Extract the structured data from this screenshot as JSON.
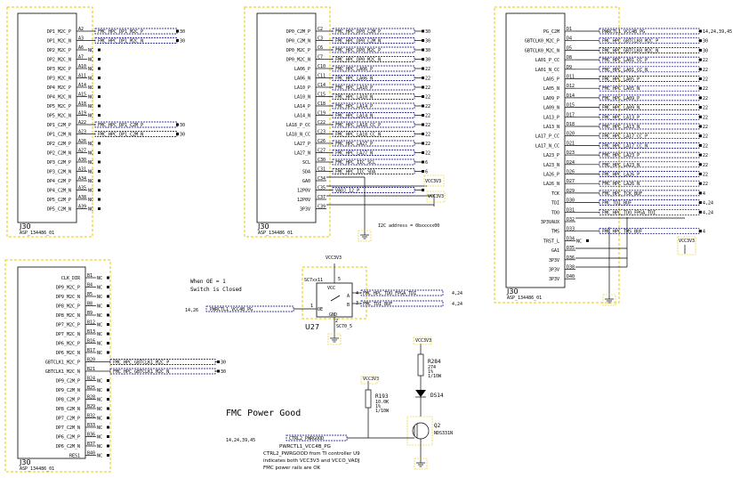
{
  "connectors": [
    {
      "ref": "J30",
      "part": "ASP_134486_01",
      "pins": [
        {
          "name": "DP1_M2C_P",
          "num": "A2",
          "net": "FMC_HPC_DP1_M2C_P",
          "ref": "30"
        },
        {
          "name": "DP1_M2C_N",
          "num": "A3",
          "net": "FMC_HPC_DP1_M2C_N",
          "ref": "30"
        },
        {
          "name": "DP2_M2C_P",
          "num": "A6",
          "net": "NC",
          "ref": ""
        },
        {
          "name": "DP2_M2C_N",
          "num": "A7",
          "net": "NC",
          "ref": ""
        },
        {
          "name": "DP3_M2C_P",
          "num": "A10",
          "net": "NC",
          "ref": ""
        },
        {
          "name": "DP3_M2C_N",
          "num": "A11",
          "net": "NC",
          "ref": ""
        },
        {
          "name": "DP4_M2C_P",
          "num": "A14",
          "net": "NC",
          "ref": ""
        },
        {
          "name": "DP4_M2C_N",
          "num": "A15",
          "net": "NC",
          "ref": ""
        },
        {
          "name": "DP5_M2C_P",
          "num": "A18",
          "net": "NC",
          "ref": ""
        },
        {
          "name": "DP5_M2C_N",
          "num": "A19",
          "net": "NC",
          "ref": ""
        },
        {
          "name": "DP1_C2M_P",
          "num": "A22",
          "net": "FMC_HPC_DP1_C2M_P",
          "ref": "30"
        },
        {
          "name": "DP1_C2M_N",
          "num": "A23",
          "net": "FMC_HPC_DP1_C2M_N",
          "ref": "30"
        },
        {
          "name": "DP2_C2M_P",
          "num": "A26",
          "net": "NC",
          "ref": ""
        },
        {
          "name": "DP2_C2M_N",
          "num": "A27",
          "net": "NC",
          "ref": ""
        },
        {
          "name": "DP3_C2M_P",
          "num": "A30",
          "net": "NC",
          "ref": ""
        },
        {
          "name": "DP3_C2M_N",
          "num": "A31",
          "net": "NC",
          "ref": ""
        },
        {
          "name": "DP4_C2M_P",
          "num": "A34",
          "net": "NC",
          "ref": ""
        },
        {
          "name": "DP4_C2M_N",
          "num": "A35",
          "net": "NC",
          "ref": ""
        },
        {
          "name": "DP5_C2M_P",
          "num": "A38",
          "net": "NC",
          "ref": ""
        },
        {
          "name": "DP5_C2M_N",
          "num": "A39",
          "net": "NC",
          "ref": ""
        }
      ]
    },
    {
      "ref": "J30",
      "part": "ASP_134486_01",
      "pins": [
        {
          "name": "DP0_C2M_P",
          "num": "C2",
          "net": "FMC_HPC_DP0_C2M_P",
          "ref": "30"
        },
        {
          "name": "DP0_C2M_N",
          "num": "C3",
          "net": "FMC_HPC_DP0_C2M_N",
          "ref": "30"
        },
        {
          "name": "DP0_M2C_P",
          "num": "C6",
          "net": "FMC_HPC_DP0_M2C_P",
          "ref": "30"
        },
        {
          "name": "DP0_M2C_N",
          "num": "C7",
          "net": "FMC_HPC_DP0_M2C_N",
          "ref": "30"
        },
        {
          "name": "LA06_P",
          "num": "C10",
          "net": "FMC_HPC_LA06_P",
          "ref": "22"
        },
        {
          "name": "LA06_N",
          "num": "C11",
          "net": "FMC_HPC_LA06_N",
          "ref": "22"
        },
        {
          "name": "LA10_P",
          "num": "C14",
          "net": "FMC_HPC_LA10_P",
          "ref": "22"
        },
        {
          "name": "LA10_N",
          "num": "C15",
          "net": "FMC_HPC_LA10_N",
          "ref": "22"
        },
        {
          "name": "LA14_P",
          "num": "C18",
          "net": "FMC_HPC_LA14_P",
          "ref": "22"
        },
        {
          "name": "LA14_N",
          "num": "C19",
          "net": "FMC_HPC_LA14_N",
          "ref": "22"
        },
        {
          "name": "LA18_P_CC",
          "num": "C22",
          "net": "FMC_HPC_LA18_CC_P",
          "ref": "22"
        },
        {
          "name": "LA18_N_CC",
          "num": "C23",
          "net": "FMC_HPC_LA18_CC_N",
          "ref": "22"
        },
        {
          "name": "LA27_P",
          "num": "C26",
          "net": "FMC_HPC_LA27_P",
          "ref": "22"
        },
        {
          "name": "LA27_N",
          "num": "C27",
          "net": "FMC_HPC_LA27_N",
          "ref": "22"
        },
        {
          "name": "SCL",
          "num": "C30",
          "net": "FMC_HPC_IIC_SCL",
          "ref": "6"
        },
        {
          "name": "SDA",
          "num": "C31",
          "net": "FMC_HPC_IIC_SDA",
          "ref": "6"
        },
        {
          "name": "GA0",
          "num": "C34",
          "net": "",
          "ref": ""
        },
        {
          "name": "12P0V",
          "num": "C35",
          "net": "VADJ_12_P",
          "ref": ""
        },
        {
          "name": "12P0V",
          "num": "C37",
          "net": "",
          "ref": ""
        },
        {
          "name": "3P3V",
          "num": "C39",
          "net": "",
          "ref": ""
        }
      ],
      "power_label": "VCC3V3",
      "address_note": "I2C address = 0bxxxxx00"
    },
    {
      "ref": "J30",
      "part": "ASP_134486_01",
      "pins": [
        {
          "name": "PG_C2M",
          "num": "D1",
          "net": "PWRCTL1_VCC4B_PG",
          "ref": "14,24,39,45"
        },
        {
          "name": "GBTCLK0_M2C_P",
          "num": "D4",
          "net": "FMC_HPC_GBTCLK0_M2C_P",
          "ref": "30"
        },
        {
          "name": "GBTCLK0_M2C_N",
          "num": "D5",
          "net": "FMC_HPC_GBTCLK0_M2C_N",
          "ref": "30"
        },
        {
          "name": "LA01_P_CC",
          "num": "D8",
          "net": "FMC_HPC_LA01_CC_P",
          "ref": "22"
        },
        {
          "name": "LA01_N_CC",
          "num": "D9",
          "net": "FMC_HPC_LA01_CC_N",
          "ref": "22"
        },
        {
          "name": "LA05_P",
          "num": "D11",
          "net": "FMC_HPC_LA05_P",
          "ref": "22"
        },
        {
          "name": "LA05_N",
          "num": "D12",
          "net": "FMC_HPC_LA05_N",
          "ref": "22"
        },
        {
          "name": "LA09_P",
          "num": "D14",
          "net": "FMC_HPC_LA09_P",
          "ref": "22"
        },
        {
          "name": "LA09_N",
          "num": "D15",
          "net": "FMC_HPC_LA09_N",
          "ref": "22"
        },
        {
          "name": "LA13_P",
          "num": "D17",
          "net": "FMC_HPC_LA13_P",
          "ref": "22"
        },
        {
          "name": "LA13_N",
          "num": "D18",
          "net": "FMC_HPC_LA13_N",
          "ref": "22"
        },
        {
          "name": "LA17_P_CC",
          "num": "D20",
          "net": "FMC_HPC_LA17_CC_P",
          "ref": "22"
        },
        {
          "name": "LA17_N_CC",
          "num": "D21",
          "net": "FMC_HPC_LA17_CC_N",
          "ref": "22"
        },
        {
          "name": "LA23_P",
          "num": "D23",
          "net": "FMC_HPC_LA23_P",
          "ref": "22"
        },
        {
          "name": "LA23_N",
          "num": "D24",
          "net": "FMC_HPC_LA23_N",
          "ref": "22"
        },
        {
          "name": "LA26_P",
          "num": "D26",
          "net": "FMC_HPC_LA26_P",
          "ref": "22"
        },
        {
          "name": "LA26_N",
          "num": "D27",
          "net": "FMC_HPC_LA26_N",
          "ref": "22"
        },
        {
          "name": "TCK",
          "num": "D29",
          "net": "FMC_HPC_TCK_BUF",
          "ref": "4"
        },
        {
          "name": "TDI",
          "num": "D30",
          "net": "FMC_TDI_BUF",
          "ref": "4,24"
        },
        {
          "name": "TDO",
          "num": "D31",
          "net": "FMC_HPC_TDO_FPGA_TDI",
          "ref": "4,24"
        },
        {
          "name": "3P3VAUX",
          "num": "D32",
          "net": "",
          "ref": ""
        },
        {
          "name": "TMS",
          "num": "D33",
          "net": "FMC_HPC_TMS_BUF",
          "ref": "4"
        },
        {
          "name": "TRST_L",
          "num": "D34",
          "net": "NC",
          "ref": ""
        },
        {
          "name": "GA1",
          "num": "D35",
          "net": "",
          "ref": ""
        },
        {
          "name": "3P3V",
          "num": "D36",
          "net": "",
          "ref": ""
        },
        {
          "name": "3P3V",
          "num": "D38",
          "net": "",
          "ref": ""
        },
        {
          "name": "3P3V",
          "num": "D40",
          "net": "",
          "ref": ""
        }
      ],
      "power_label": "VCC3V3"
    },
    {
      "ref": "J30",
      "part": "ASP_134486_01",
      "pins": [
        {
          "name": "CLK_DIR",
          "num": "B1",
          "net": "NC",
          "ref": ""
        },
        {
          "name": "DP9_M2C_P",
          "num": "B4",
          "net": "NC",
          "ref": ""
        },
        {
          "name": "DP9_M2C_N",
          "num": "B5",
          "net": "NC",
          "ref": ""
        },
        {
          "name": "DP8_M2C_P",
          "num": "B8",
          "net": "NC",
          "ref": ""
        },
        {
          "name": "DP8_M2C_N",
          "num": "B9",
          "net": "NC",
          "ref": ""
        },
        {
          "name": "DP7_M2C_P",
          "num": "B12",
          "net": "NC",
          "ref": ""
        },
        {
          "name": "DP7_M2C_N",
          "num": "B13",
          "net": "NC",
          "ref": ""
        },
        {
          "name": "DP6_M2C_P",
          "num": "B16",
          "net": "NC",
          "ref": ""
        },
        {
          "name": "DP6_M2C_N",
          "num": "B17",
          "net": "NC",
          "ref": ""
        },
        {
          "name": "GBTCLK1_M2C_P",
          "num": "B20",
          "net": "FMC_HPC_GBTCLK1_M2C_P",
          "ref": "30"
        },
        {
          "name": "GBTCLK1_M2C_N",
          "num": "B21",
          "net": "FMC_HPC_GBTCLK1_M2C_N",
          "ref": "30"
        },
        {
          "name": "DP9_C2M_P",
          "num": "B24",
          "net": "NC",
          "ref": ""
        },
        {
          "name": "DP9_C2M_N",
          "num": "B25",
          "net": "NC",
          "ref": ""
        },
        {
          "name": "DP8_C2M_P",
          "num": "B28",
          "net": "NC",
          "ref": ""
        },
        {
          "name": "DP8_C2M_N",
          "num": "B29",
          "net": "NC",
          "ref": ""
        },
        {
          "name": "DP7_C2M_P",
          "num": "B32",
          "net": "NC",
          "ref": ""
        },
        {
          "name": "DP7_C2M_N",
          "num": "B33",
          "net": "NC",
          "ref": ""
        },
        {
          "name": "DP6_C2M_P",
          "num": "B36",
          "net": "NC",
          "ref": ""
        },
        {
          "name": "DP6_C2M_N",
          "num": "B37",
          "net": "NC",
          "ref": ""
        },
        {
          "name": "RES1",
          "num": "B40",
          "net": "NC",
          "ref": ""
        }
      ]
    }
  ],
  "switch": {
    "ref": "U27",
    "part": "SC70_5",
    "top_label": "SC7xx11",
    "power": "VCC3V3",
    "pin_vcc": "VCC",
    "pin_oe": "OE",
    "pin_gnd": "GND",
    "pin_a": "A",
    "pin_b": "B",
    "pin_nums": [
      "5",
      "1",
      "2",
      "4",
      "3"
    ],
    "note_line1": "When OE = 1",
    "note_line2": "Switch is Closed",
    "oe_ref": "14,26",
    "oe_net": "PWRCTL1_VCC4B_PG",
    "a_net": "FMC_HPC_TDO_FPGA_TDI",
    "a_ref": "4,24",
    "b_net": "FMC_TDI_BUF",
    "b_ref": "4,24"
  },
  "pg_circuit": {
    "title": "FMC Power Good",
    "vcc_r193": "VCC3V3",
    "vcc_r284": "VCC3V3",
    "r193_ref": "R193",
    "r193_value": "10.0K",
    "r193_tol": "1%",
    "r193_power": "1/10W",
    "r284_ref": "R284",
    "r284_value": "274",
    "r284_tol": "1%",
    "r284_power": "1/10W",
    "led_ref": "DS14",
    "q_ref": "Q2",
    "q_part": "NDS331N",
    "input_ref": "14,24,39,45",
    "input_net": "CTRL2_PWRGOOD",
    "net_label": "PWRCTL1_VCC4B_PG",
    "note1": "CTRL2_PWRGOOD from TI controller U9",
    "note2": "indicates both VCC3V3 and VCCO_VADJ",
    "note3": "FMC power rails are OK"
  }
}
